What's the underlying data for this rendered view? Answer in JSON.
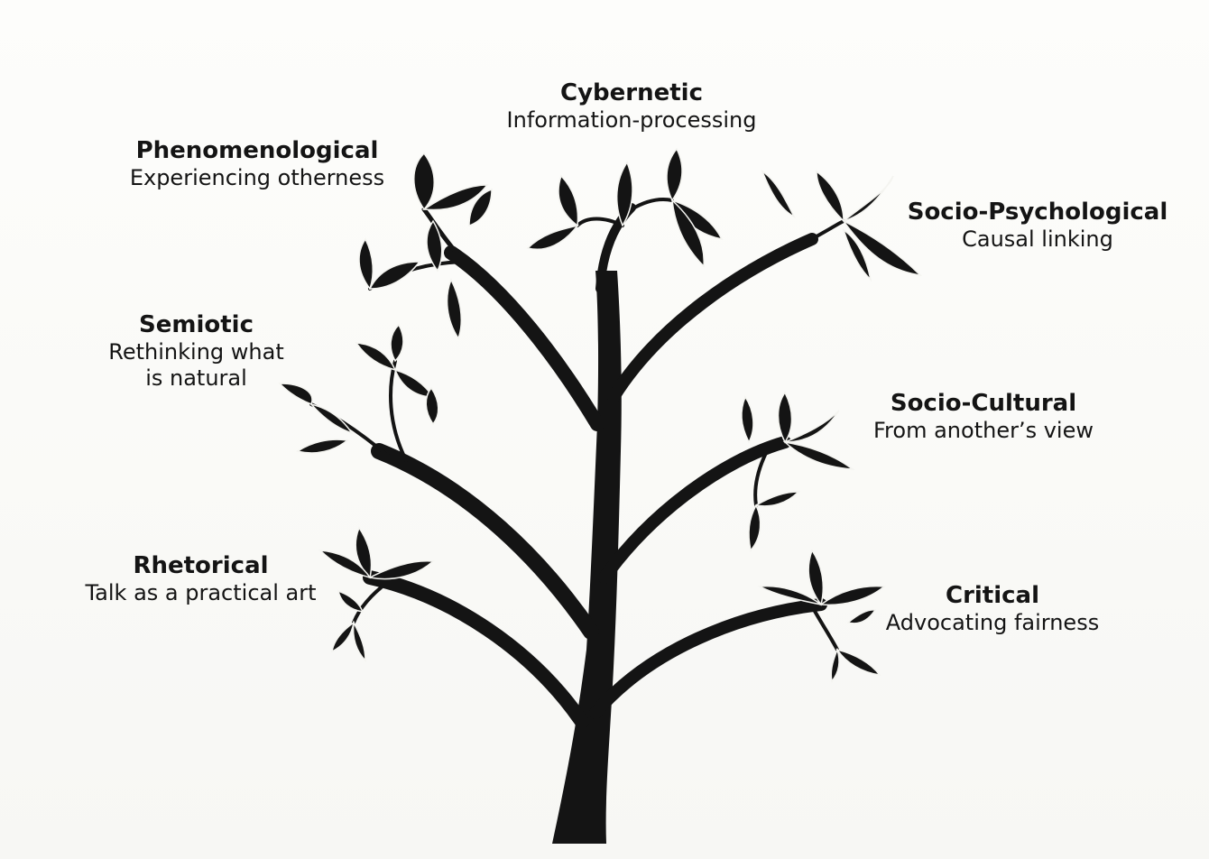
{
  "traditions": {
    "cybernetic": {
      "title": "Cybernetic",
      "subtitle": "Information-processing"
    },
    "phenomenological": {
      "title": "Phenomenological",
      "subtitle": "Experiencing otherness"
    },
    "socio_psychological": {
      "title": "Socio-Psychological",
      "subtitle": "Causal linking"
    },
    "semiotic": {
      "title": "Semiotic",
      "subtitle_line1": "Rethinking what",
      "subtitle_line2": "is natural"
    },
    "socio_cultural": {
      "title": "Socio-Cultural",
      "subtitle": "From another’s view"
    },
    "rhetorical": {
      "title": "Rhetorical",
      "subtitle": "Talk as a practical art"
    },
    "critical": {
      "title": "Critical",
      "subtitle": "Advocating fairness"
    }
  },
  "colors": {
    "ink": "#141414",
    "paper": "#fbfbf9"
  }
}
